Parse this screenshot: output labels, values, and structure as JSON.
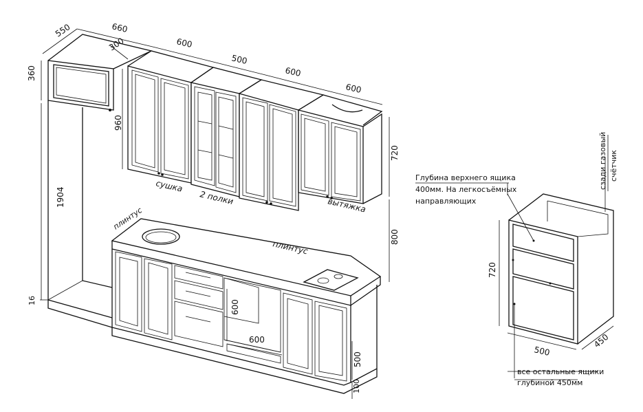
{
  "dimensions": {
    "d550": "550",
    "d660": "660",
    "d300": "300",
    "d600a": "600",
    "d500a": "500",
    "d600b": "600",
    "d600c": "600",
    "d360": "360",
    "d960": "960",
    "d720": "720",
    "d800": "800",
    "d1904": "1904",
    "d16": "16",
    "d600v": "600",
    "d600h": "600",
    "d500v": "500",
    "d100": "100",
    "d720s": "720",
    "d500s": "500",
    "d450s": "450"
  },
  "labels": {
    "sushka": "сушка",
    "polki": "2 полки",
    "vytyazhka": "вытяжка",
    "plintus_left": "плинтус",
    "plintus_right": "плинтус"
  },
  "notes": {
    "upper_drawer_line1": "Глубина верхнего ящика",
    "upper_drawer_line2": "400мм. На легкосъёмных",
    "upper_drawer_line3": "направляющих",
    "gas_line1": "сзади газовый",
    "gas_line2": "счётчик",
    "other_line1": "все остальные ящики",
    "other_line2": "глубиной 450мм"
  }
}
